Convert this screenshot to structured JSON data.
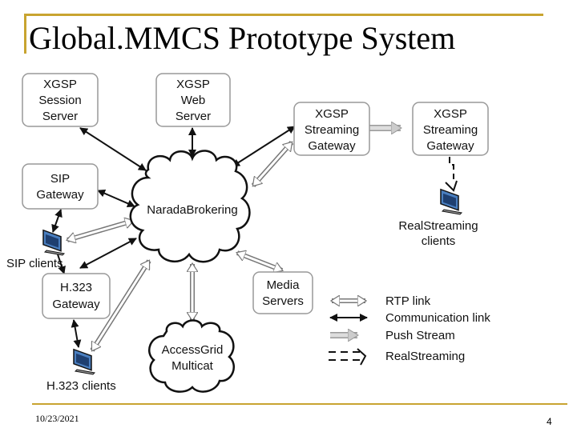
{
  "title": "Global.MMCS Prototype System",
  "footer": {
    "date": "10/23/2021",
    "page": "4"
  },
  "nodes": {
    "xgsp_session": [
      "XGSP",
      "Session",
      "Server"
    ],
    "xgsp_web": [
      "XGSP",
      "Web",
      "Server"
    ],
    "xgsp_stream_gw_1": [
      "XGSP",
      "Streaming",
      "Gateway"
    ],
    "xgsp_stream_gw_2": [
      "XGSP",
      "Streaming",
      "Gateway"
    ],
    "sip_gateway": [
      "SIP",
      "Gateway"
    ],
    "h323_gateway": [
      "H.323",
      "Gateway"
    ],
    "media_servers": [
      "Media",
      "Servers"
    ],
    "narada": "NaradaBrokering",
    "accessgrid": [
      "AccessGrid",
      "Multicat"
    ],
    "sip_clients": "SIP clients",
    "h323_clients": "H.323 clients",
    "realstreaming_clients": [
      "RealStreaming",
      "clients"
    ]
  },
  "legend": {
    "rtp": "RTP link",
    "comm": "Communication link",
    "push": "Push Stream",
    "real": "RealStreaming"
  },
  "colors": {
    "frame": "#c8a430",
    "box_border": "#999999",
    "line": "#111111"
  },
  "icons": {
    "client": "computer-monitor-icon"
  }
}
